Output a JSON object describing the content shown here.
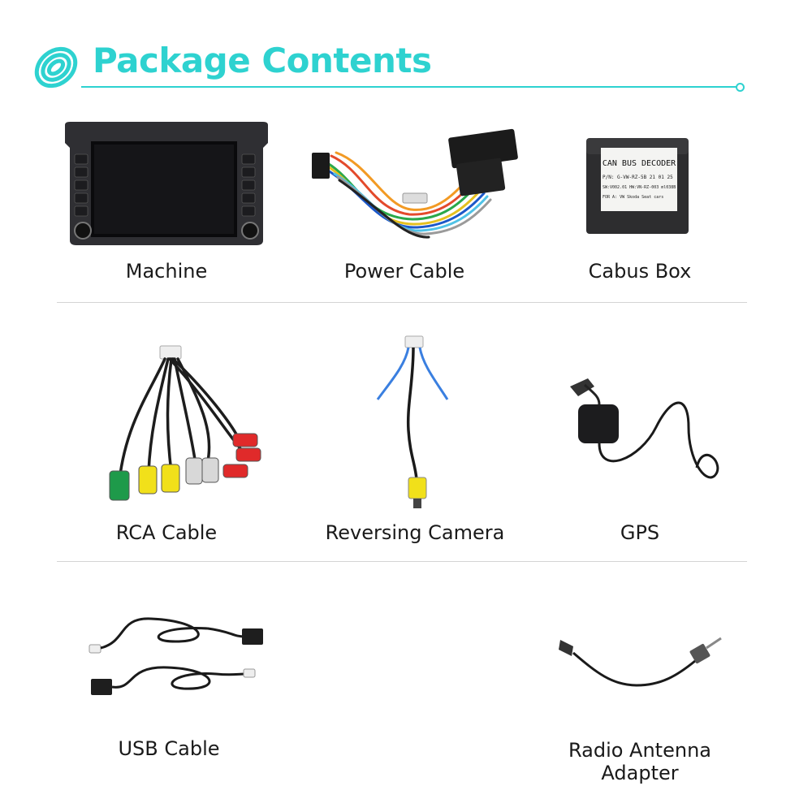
{
  "header": {
    "title": "Package Contents",
    "accent_color": "#2ed2d0",
    "logo_icon": "spiral-coil-icon"
  },
  "items": [
    {
      "label": "Machine",
      "icon": "car-stereo-icon"
    },
    {
      "label": "Power Cable",
      "icon": "wire-harness-icon"
    },
    {
      "label": "Cabus Box",
      "icon": "decoder-box-icon",
      "box_text": [
        "CAN BUS DECODER",
        "P/N: G-VW-RZ-5B  21 01 25",
        "SW:V002.01 HW:VN-RZ-003 ml038B",
        "FOR A: VW Skoda Seat cars"
      ]
    },
    {
      "label": "RCA Cable",
      "icon": "rca-cable-icon"
    },
    {
      "label": "Reversing  Camera",
      "icon": "camera-cable-icon"
    },
    {
      "label": "GPS",
      "icon": "gps-antenna-icon"
    },
    {
      "label": "USB Cable",
      "icon": "usb-cable-icon"
    },
    {
      "label": "Radio Antenna\nAdapter",
      "icon": "antenna-adapter-icon"
    }
  ]
}
